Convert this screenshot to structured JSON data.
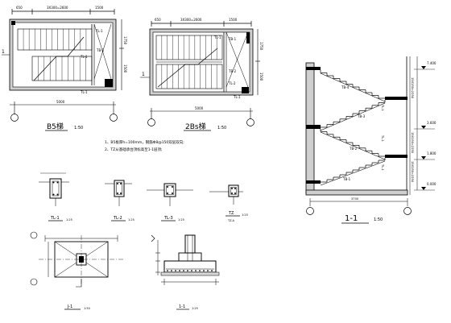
{
  "plan1": {
    "dims_top": [
      "650",
      "3X300=2600",
      "1500"
    ],
    "dim_bottom": "5000",
    "dim_right": [
      "1750",
      "1500"
    ],
    "labels": [
      "TL-1",
      "TL-1",
      "TB-1",
      "TL-1"
    ],
    "axis": "1",
    "title": "B5梯",
    "scale": "1:50"
  },
  "plan2": {
    "dims_top": [
      "650",
      "3X300=2600",
      "1500"
    ],
    "dim_bottom": "5000",
    "dim_right": [
      "1750",
      "1500"
    ],
    "labels": [
      "TB-1",
      "TL-1",
      "TB-2",
      "TL-2",
      "TL-1"
    ],
    "axis": "1",
    "title": "2Bs梯",
    "scale": "1:50"
  },
  "notes": [
    "1、B5板厚h=100mm，钢筋Φ8@150双层双向;",
    "2、TZ从基础承台顶标高至1-1层顶;"
  ],
  "section": {
    "levels": [
      "7.400",
      "3.600",
      "1.800",
      "0.000"
    ],
    "vertical_dims": [
      "15X150=2250",
      "15X150=2250",
      "15X150=2250"
    ],
    "stair_labels": [
      "TB-4",
      "TB-3",
      "TB-2",
      "TB-1"
    ],
    "beam_labels": [
      "TL-1",
      "TL-1",
      "TL-1"
    ],
    "bottom_dim": "3700",
    "title": "1-1",
    "scale": "1:50"
  },
  "details": [
    {
      "title": "TL-1",
      "scale": "1:25"
    },
    {
      "title": "TL-2",
      "scale": "1:25"
    },
    {
      "title": "TL-3",
      "scale": "1:25"
    },
    {
      "title": "TZ",
      "subtitle": "TZ-A",
      "scale": "1:25"
    }
  ],
  "footing": {
    "title": "J-1",
    "scale": "1:50"
  },
  "footing_section": {
    "title": "1-1",
    "scale": "1:25"
  }
}
